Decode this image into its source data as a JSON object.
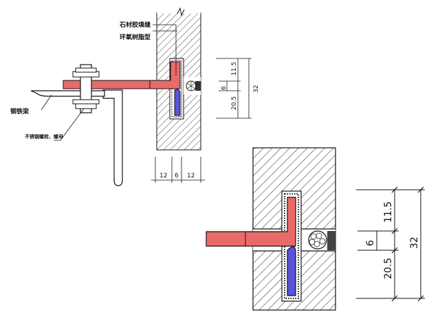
{
  "labels": {
    "stone_caulk": "石材胶填缝",
    "epoxy_glue": "环氧树脂型",
    "steel_beam": "钢铁梁",
    "bolt_nut": "不锈钢螺栓、螺母"
  },
  "top_dims": {
    "vertical": [
      "11.5",
      "6",
      "20.5",
      "32"
    ],
    "horizontal": [
      "12",
      "6",
      "12"
    ]
  },
  "detail_dims": {
    "vertical": [
      "11.5",
      "6",
      "20.5",
      "32"
    ]
  },
  "colors": {
    "anchor_red": "#ea6a6a",
    "anchor_blue": "#5a52d8",
    "line": "#111111"
  }
}
